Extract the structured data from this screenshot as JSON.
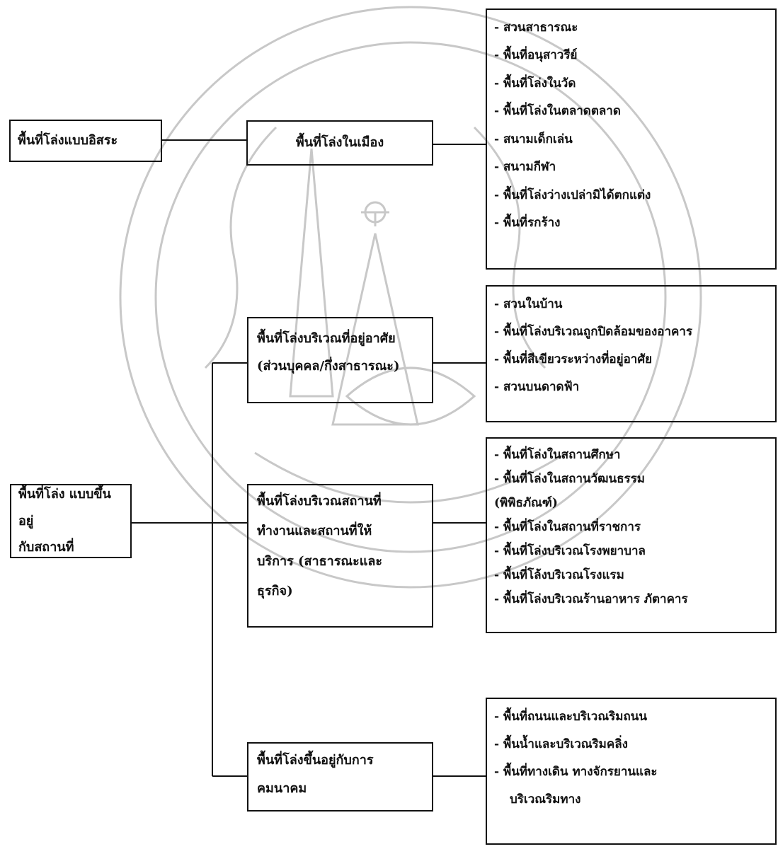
{
  "categories": {
    "free_space": "พื้นที่โล่งแบบอิสระ",
    "place_space": [
      "พื้นที่โล่ง แบบขึ้นอยู่",
      "กับสถานที่"
    ]
  },
  "subcategories": {
    "urban": [
      "พื้นที่โล่งในเมือง"
    ],
    "residential": [
      "พื้นที่โล่งบริเวณที่อยู่อาศัย",
      "(ส่วนบุคคล/กึ่งสาธารณะ)"
    ],
    "workplace": [
      "พื้นที่โล่งบริเวณสถานที่",
      "ทำงานและสถานที่ให้",
      "บริการ (สาธารณะและ",
      "ธุรกิจ)"
    ],
    "transport": [
      "พื้นที่โล่งขึ้นอยู่กับการ",
      "คมนาคม"
    ]
  },
  "lists": {
    "urban": [
      "สวนสาธารณะ",
      "พื้นที่อนุสาวรีย์",
      "พื้นที่โล่งในวัด",
      "พื้นที่โล่งในตลาดตลาด",
      "สนามเด็กเล่น",
      "สนามกีฬา",
      "พื้นที่โล่งว่างเปล่ามิได้ตกแต่ง",
      "พื้นที่รกร้าง"
    ],
    "residential": [
      "สวนในบ้าน",
      "พื้นที่โล่งบริเวณถูกปิดล้อมของอาคาร",
      "พื้นที่สีเขียวระหว่างที่อยู่อาศัย",
      "สวนบนดาดฟ้า"
    ],
    "workplace": [
      "พื้นที่โล่งในสถานศึกษา",
      "พื้นที่โล่งในสถานวัฒนธรรม",
      "(พิพิธภัณฑ์)",
      "พื้นที่โล่งในสถานที่ราชการ",
      "พื้นที่โล่งบริเวณโรงพยาบาล",
      "พื้นที่โล้งบริเวณโรงแรม",
      "พื้นที่โล่งบริเวณร้านอาหาร ภัตาคาร"
    ],
    "transport": [
      "พื้นที่ถนนและบริเวณริมถนน",
      "พื้นน้ำและบริเวณริมคลิ่ง",
      "พื้นที่ทางเดิน ทางจักรยานและ",
      "บริเวณริมทาง"
    ]
  },
  "colors": {
    "line": "#111111",
    "watermark": "#c8c8c8"
  }
}
